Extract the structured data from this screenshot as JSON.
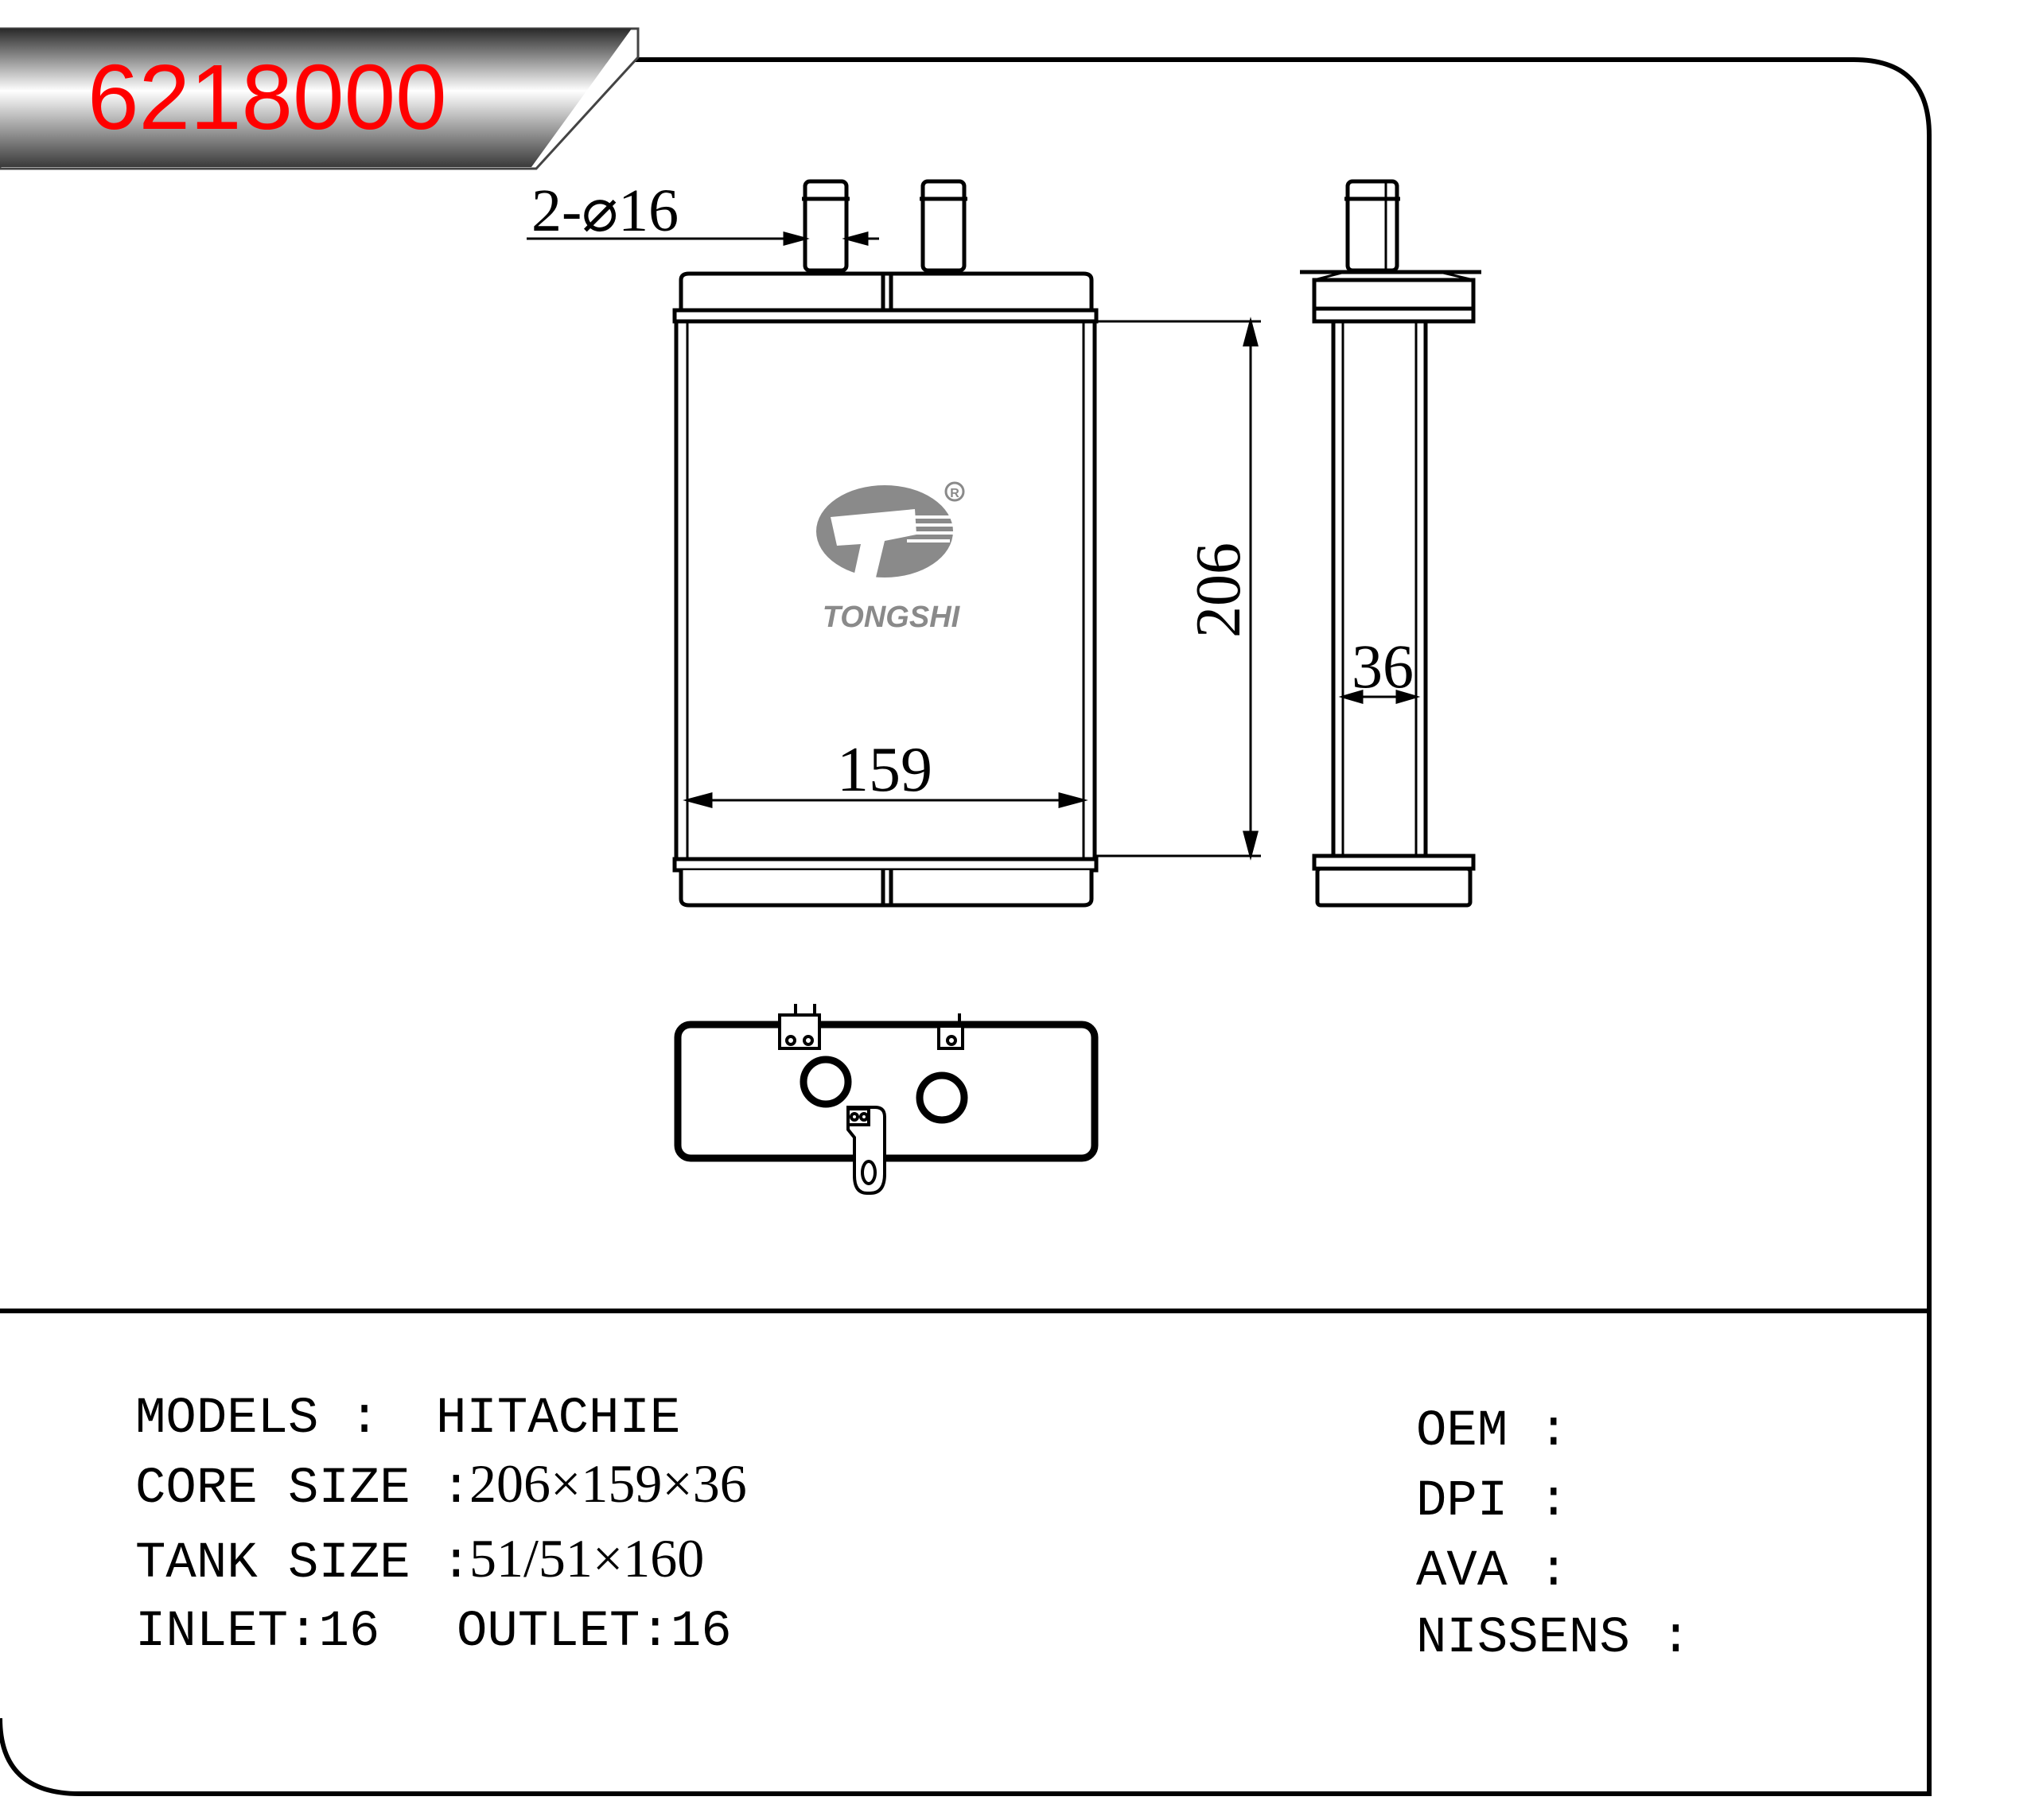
{
  "part_number": "6218000",
  "colors": {
    "part_number_text": "#ff0000",
    "banner_dark": "#2a2a2a",
    "banner_light": "#f2f2f2",
    "line": "#000000",
    "logo_gray": "#8a8a8a"
  },
  "logo": {
    "brand": "TONGSHI",
    "registered_mark": "R"
  },
  "drawing_dims": {
    "pipe_diameter": "2-⌀16",
    "core_height": "206",
    "core_width": "159",
    "core_thickness": "36"
  },
  "specs": {
    "models_label": "MODELS :",
    "models_value": "HITACHIE",
    "core_size_label": "CORE SIZE :",
    "core_size_value": "206×159×36",
    "tank_size_label": "TANK SIZE :",
    "tank_size_value": "51/51×160",
    "inlet": "INLET:16",
    "outlet": "OUTLET:16"
  },
  "refs": {
    "oem_label": "OEM :",
    "dpi_label": "DPI :",
    "ava_label": "AVA :",
    "nissens_label": "NISSENS :"
  }
}
